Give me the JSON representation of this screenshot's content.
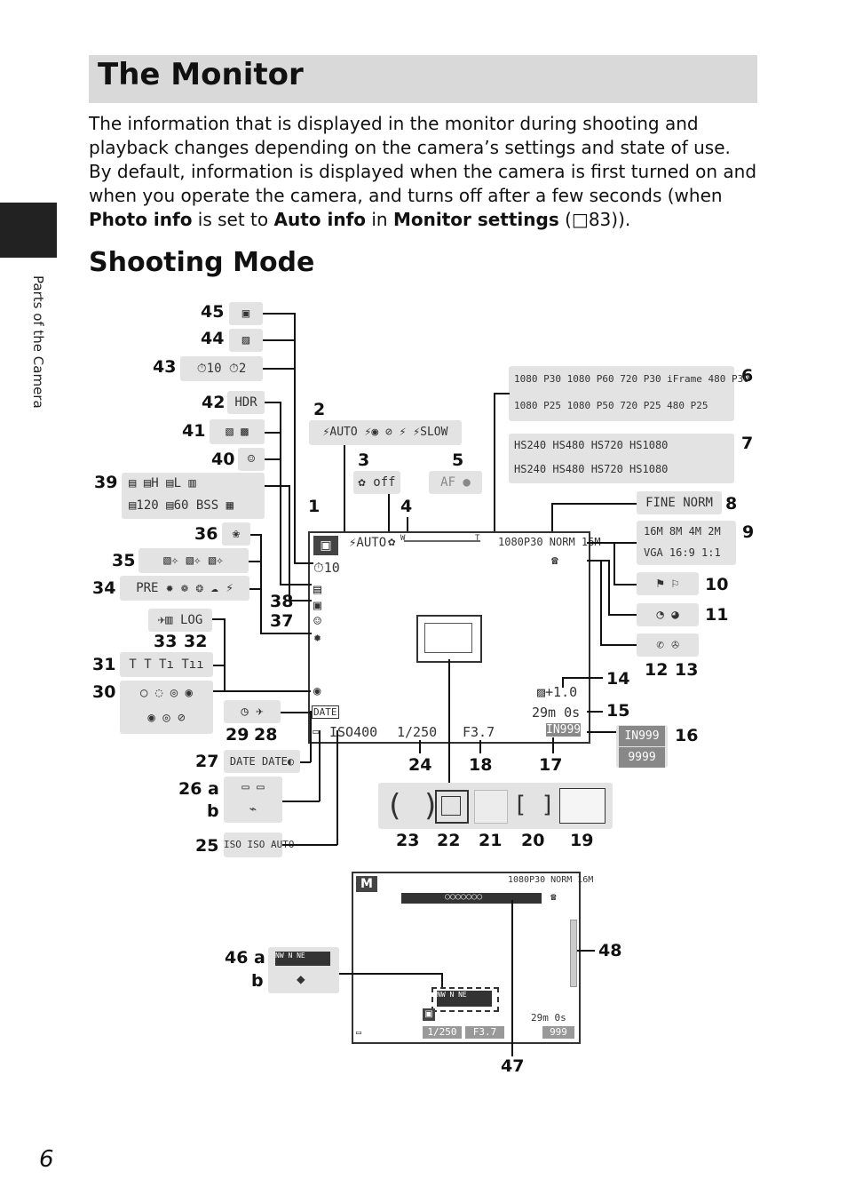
{
  "page": {
    "title": "The Monitor",
    "intro_1": "The information that is displayed in the monitor during shooting and playback changes depending on the camera’s settings and state of use.",
    "intro_2a": "By default, information is displayed when the camera is first turned on and when you operate the camera, and turns off after a few seconds (when ",
    "intro_bold1": "Photo info",
    "intro_2b": " is set to ",
    "intro_bold2": "Auto info",
    "intro_2c": " in ",
    "intro_bold3": "Monitor settings",
    "intro_2d": " (",
    "intro_ref": "□83",
    "intro_2e": ")).",
    "section": "Shooting Mode",
    "side_label": "Parts of the Camera",
    "page_number": "6"
  },
  "labels": {
    "n1": "1",
    "n2": "2",
    "n3": "3",
    "n4": "4",
    "n5": "5",
    "n6": "6",
    "n7": "7",
    "n8": "8",
    "n9": "9",
    "n10": "10",
    "n11": "11",
    "n12": "12",
    "n13": "13",
    "n14": "14",
    "n15": "15",
    "n16": "16",
    "n17": "17",
    "n18": "18",
    "n19": "19",
    "n20": "20",
    "n21": "21",
    "n22": "22",
    "n23": "23",
    "n24": "24",
    "n25": "25",
    "n26a": "26 a",
    "n26b": "b",
    "n27": "27",
    "n28": "28",
    "n29": "29",
    "n30": "30",
    "n31": "31",
    "n32": "32",
    "n33": "33",
    "n34": "34",
    "n35": "35",
    "n36": "36",
    "n37": "37",
    "n38": "38",
    "n39": "39",
    "n40": "40",
    "n41": "41",
    "n42": "42",
    "n43": "43",
    "n44": "44",
    "n45": "45",
    "n46a": "46 a",
    "n46b": "b",
    "n47": "47",
    "n48": "48"
  },
  "icons": {
    "i45": "▣",
    "i44": "▨",
    "i43": "⏱10  ⏱2",
    "i6a": "1080 P30  1080 P60  720 P30   iFrame  480 P30",
    "i6b": "1080 P25  1080 P50  720 P25  480 P25",
    "i7a": "HS240  HS480  HS720  HS1080",
    "i7b": "HS240  HS480  HS720  HS1080",
    "i42": "HDR",
    "i41": "▧ ▩",
    "i40": "☺",
    "i2": "⚡AUTO ⚡◉ ⊘ ⚡ ⚡SLOW",
    "i3": "✿ off",
    "i5": "AF ●",
    "i39a": "▤ ▤H ▤L ▥",
    "i39b": "▤120 ▤60 BSS ▦",
    "i8": "FINE  NORM",
    "i9a": "16M 8M 4M 2M",
    "i9b": "VGA 16:9 1:1",
    "i10": "⚑  ⚐",
    "i11": "◔  ◕",
    "i12": "✆  ✇",
    "i36": "❀",
    "i35": "▧✧ ▧✧ ▧✧",
    "i34": "PRE ✹ ❁ ❂ ☁ ⚡",
    "i33": "✈▥  LOG",
    "i31": "Т  Т  Тı  Тıı",
    "i30a": "○ ◌ ◎ ◉",
    "i30b": "◉ ◎ ⊘",
    "i29": "◷  ✈",
    "i27": "DATE  DATE◐",
    "i26a": "▭  ▭",
    "i26b": "⌁",
    "i25": "ISO  ISO AUTO",
    "i16a": "IN999",
    "i16b": "9999",
    "i46a": "NW  N  NE",
    "i46b": "◆"
  },
  "screen": {
    "flash": "⚡AUTO",
    "self_timer": "⏱10",
    "zoom_w": "W",
    "zoom_t": "T",
    "res": "1080P30 NORM 16M",
    "exp_comp": "▨+1.0",
    "rec_time": "29m 0s",
    "shots": "IN999",
    "date": "DATE",
    "iso": "ISO400",
    "shutter": "1/250",
    "aperture": "F3.7"
  },
  "screen2": {
    "mode": "M",
    "res": "1080P30 NORM 16M",
    "circles": "○○○○○○○",
    "compass": "NW  N  NE",
    "rec_time": "29m 0s",
    "shutter": "1/250",
    "aperture": "F3.7",
    "shots": "999"
  }
}
